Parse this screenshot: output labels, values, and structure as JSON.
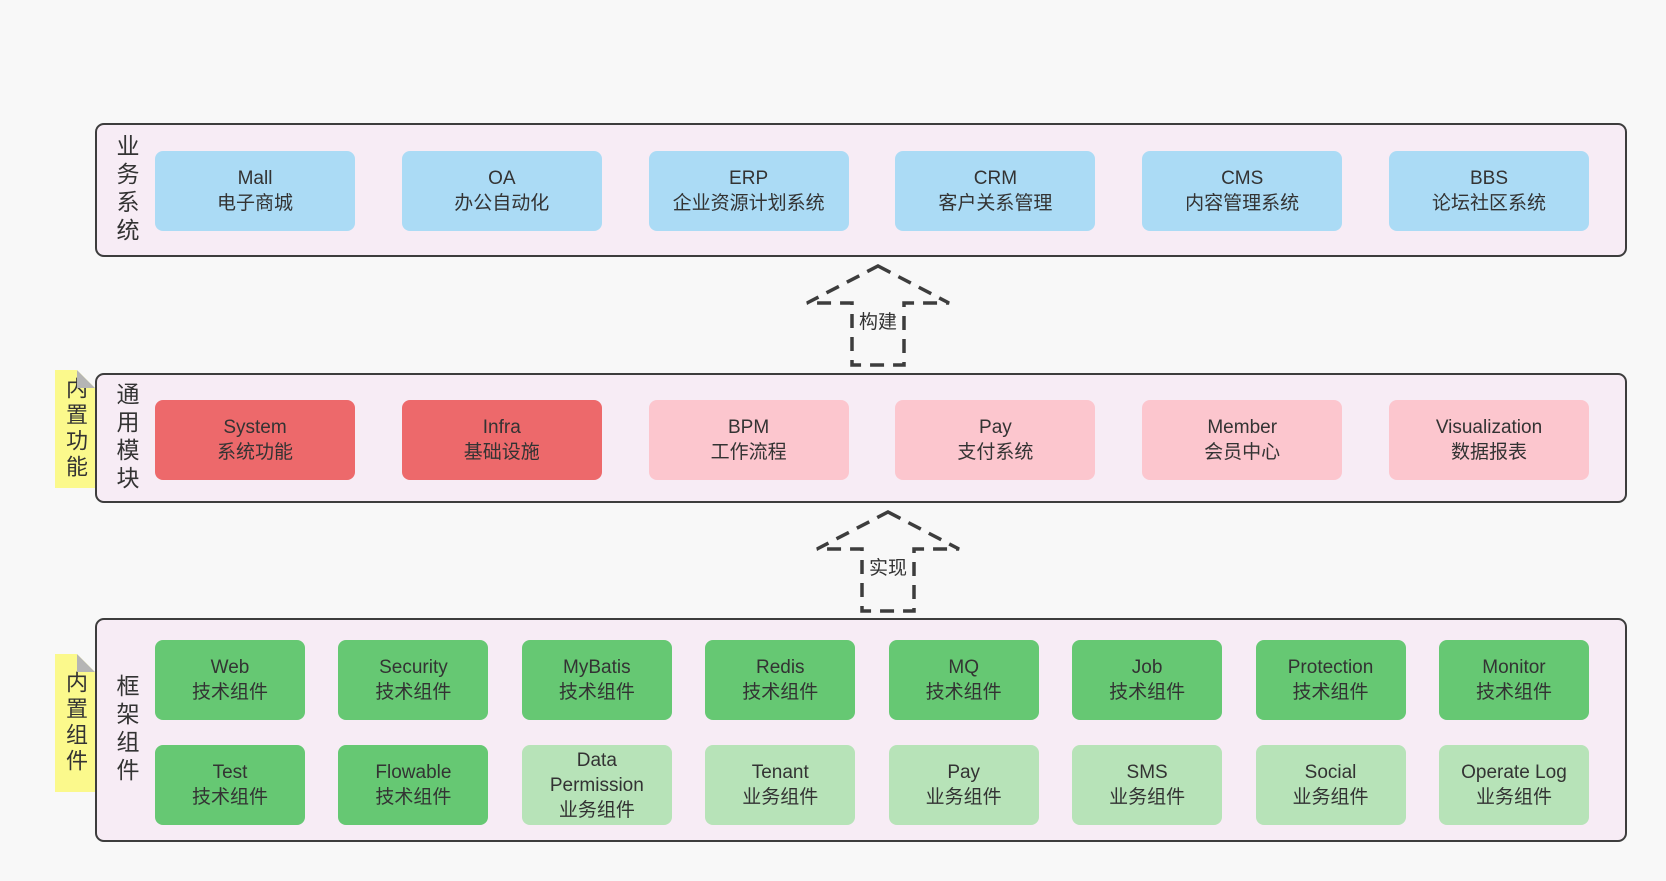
{
  "colors": {
    "page_bg": "#f8f8f8",
    "layer_bg": "#f7ecf5",
    "layer_border": "#3d3d3d",
    "blue_box": "#abdbf5",
    "red_box": "#ed696b",
    "pink_box": "#fcc6ce",
    "green_box": "#66c873",
    "light_green_box": "#b7e3b8",
    "sticky_note": "#fbf98c",
    "sticky_fold": "#b5b5b5",
    "text": "#333333"
  },
  "arrows": [
    {
      "label": "构建"
    },
    {
      "label": "实现"
    }
  ],
  "layers": [
    {
      "label": "业务系统",
      "boxes": [
        {
          "en": "Mall",
          "zh": "电子商城"
        },
        {
          "en": "OA",
          "zh": "办公自动化"
        },
        {
          "en": "ERP",
          "zh": "企业资源计划系统"
        },
        {
          "en": "CRM",
          "zh": "客户关系管理"
        },
        {
          "en": "CMS",
          "zh": "内容管理系统"
        },
        {
          "en": "BBS",
          "zh": "论坛社区系统"
        }
      ]
    },
    {
      "label": "通用模块",
      "note": "内置功能",
      "boxes": [
        {
          "en": "System",
          "zh": "系统功能"
        },
        {
          "en": "Infra",
          "zh": "基础设施"
        },
        {
          "en": "BPM",
          "zh": "工作流程"
        },
        {
          "en": "Pay",
          "zh": "支付系统"
        },
        {
          "en": "Member",
          "zh": "会员中心"
        },
        {
          "en": "Visualization",
          "zh": "数据报表"
        }
      ]
    },
    {
      "label": "框架组件",
      "note": "内置组件",
      "rows": [
        [
          {
            "en": "Web",
            "zh": "技术组件"
          },
          {
            "en": "Security",
            "zh": "技术组件"
          },
          {
            "en": "MyBatis",
            "zh": "技术组件"
          },
          {
            "en": "Redis",
            "zh": "技术组件"
          },
          {
            "en": "MQ",
            "zh": "技术组件"
          },
          {
            "en": "Job",
            "zh": "技术组件"
          },
          {
            "en": "Protection",
            "zh": "技术组件"
          },
          {
            "en": "Monitor",
            "zh": "技术组件"
          }
        ],
        [
          {
            "en": "Test",
            "zh": "技术组件"
          },
          {
            "en": "Flowable",
            "zh": "技术组件"
          },
          {
            "en": "Data Permission",
            "zh": "业务组件"
          },
          {
            "en": "Tenant",
            "zh": "业务组件"
          },
          {
            "en": "Pay",
            "zh": "业务组件"
          },
          {
            "en": "SMS",
            "zh": "业务组件"
          },
          {
            "en": "Social",
            "zh": "业务组件"
          },
          {
            "en": "Operate Log",
            "zh": "业务组件"
          }
        ]
      ]
    }
  ]
}
